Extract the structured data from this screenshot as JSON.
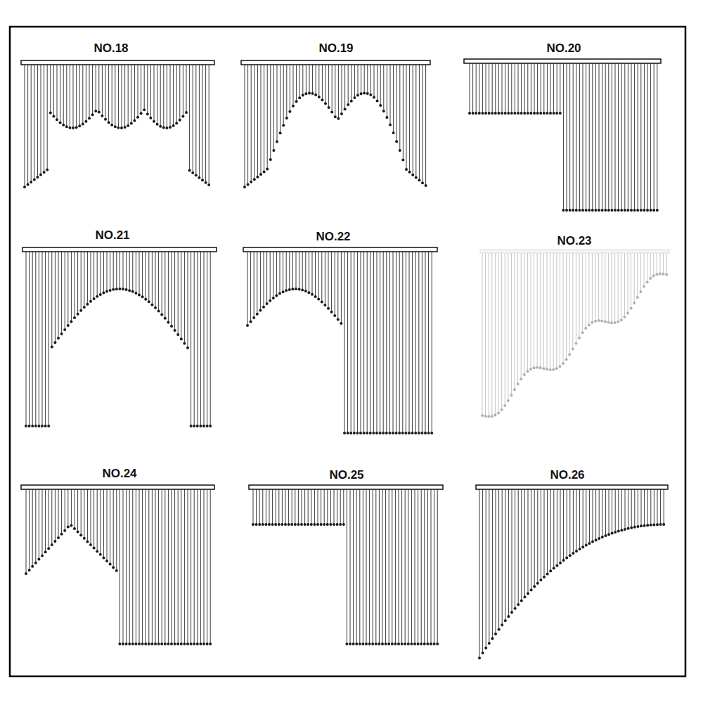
{
  "diagram": {
    "labels": [
      "NO.18",
      "NO.19",
      "NO.20",
      "NO.21",
      "NO.22",
      "NO.23",
      "NO.24",
      "NO.25",
      "NO.26"
    ]
  }
}
